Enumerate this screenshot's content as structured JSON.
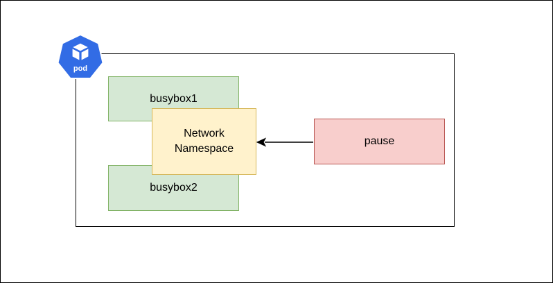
{
  "diagram": {
    "pod_label": "pod",
    "nodes": {
      "busybox1": "busybox1",
      "busybox2": "busybox2",
      "network_namespace_line1": "Network",
      "network_namespace_line2": "Namespace",
      "pause": "pause"
    },
    "edges": [
      {
        "from": "pause",
        "to": "network-namespace"
      }
    ],
    "colors": {
      "container_fill": "#d5e8d4",
      "container_border": "#82b366",
      "namespace_fill": "#fff2cc",
      "namespace_border": "#d6b656",
      "pause_fill": "#f8cecc",
      "pause_border": "#b85450",
      "pod_icon": "#326ce5"
    },
    "icons": {
      "pod": "kubernetes-pod-icon"
    }
  }
}
